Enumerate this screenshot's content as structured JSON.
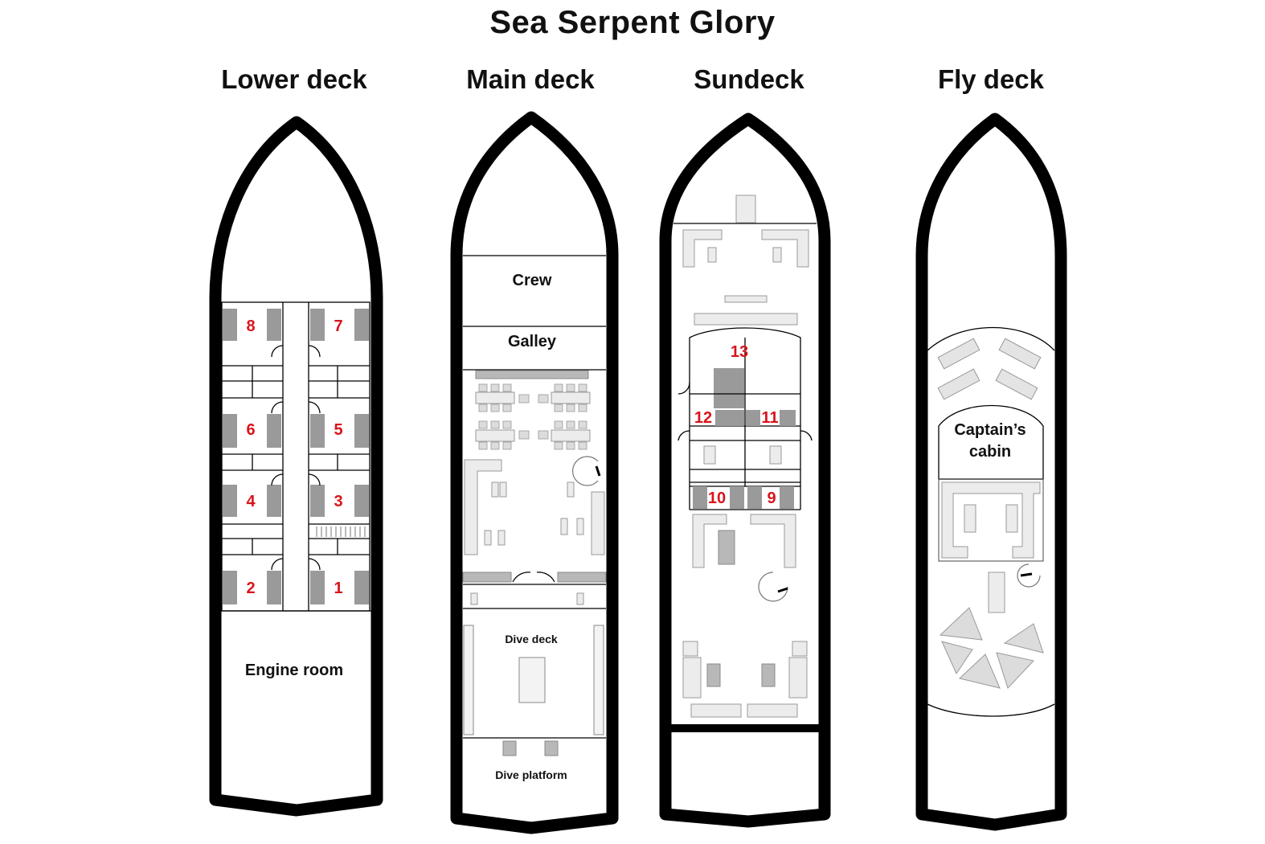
{
  "title": "Sea Serpent Glory",
  "decks": {
    "lower": {
      "title": "Lower deck",
      "cabins": [
        "8",
        "7",
        "6",
        "5",
        "4",
        "3",
        "2",
        "1"
      ],
      "engine_room": "Engine room"
    },
    "main": {
      "title": "Main deck",
      "crew": "Crew",
      "galley": "Galley",
      "dive_deck": "Dive deck",
      "dive_platform": "Dive platform"
    },
    "sun": {
      "title": "Sundeck",
      "cabins": [
        "13",
        "12",
        "11",
        "10",
        "9"
      ]
    },
    "fly": {
      "title": "Fly deck",
      "captains_cabin_line1": "Captain’s",
      "captains_cabin_line2": "cabin"
    }
  },
  "colors": {
    "hull": "#000000",
    "cabin_number": "#d9141c",
    "bed": "#9a9a9a",
    "furniture": "#ececec"
  }
}
